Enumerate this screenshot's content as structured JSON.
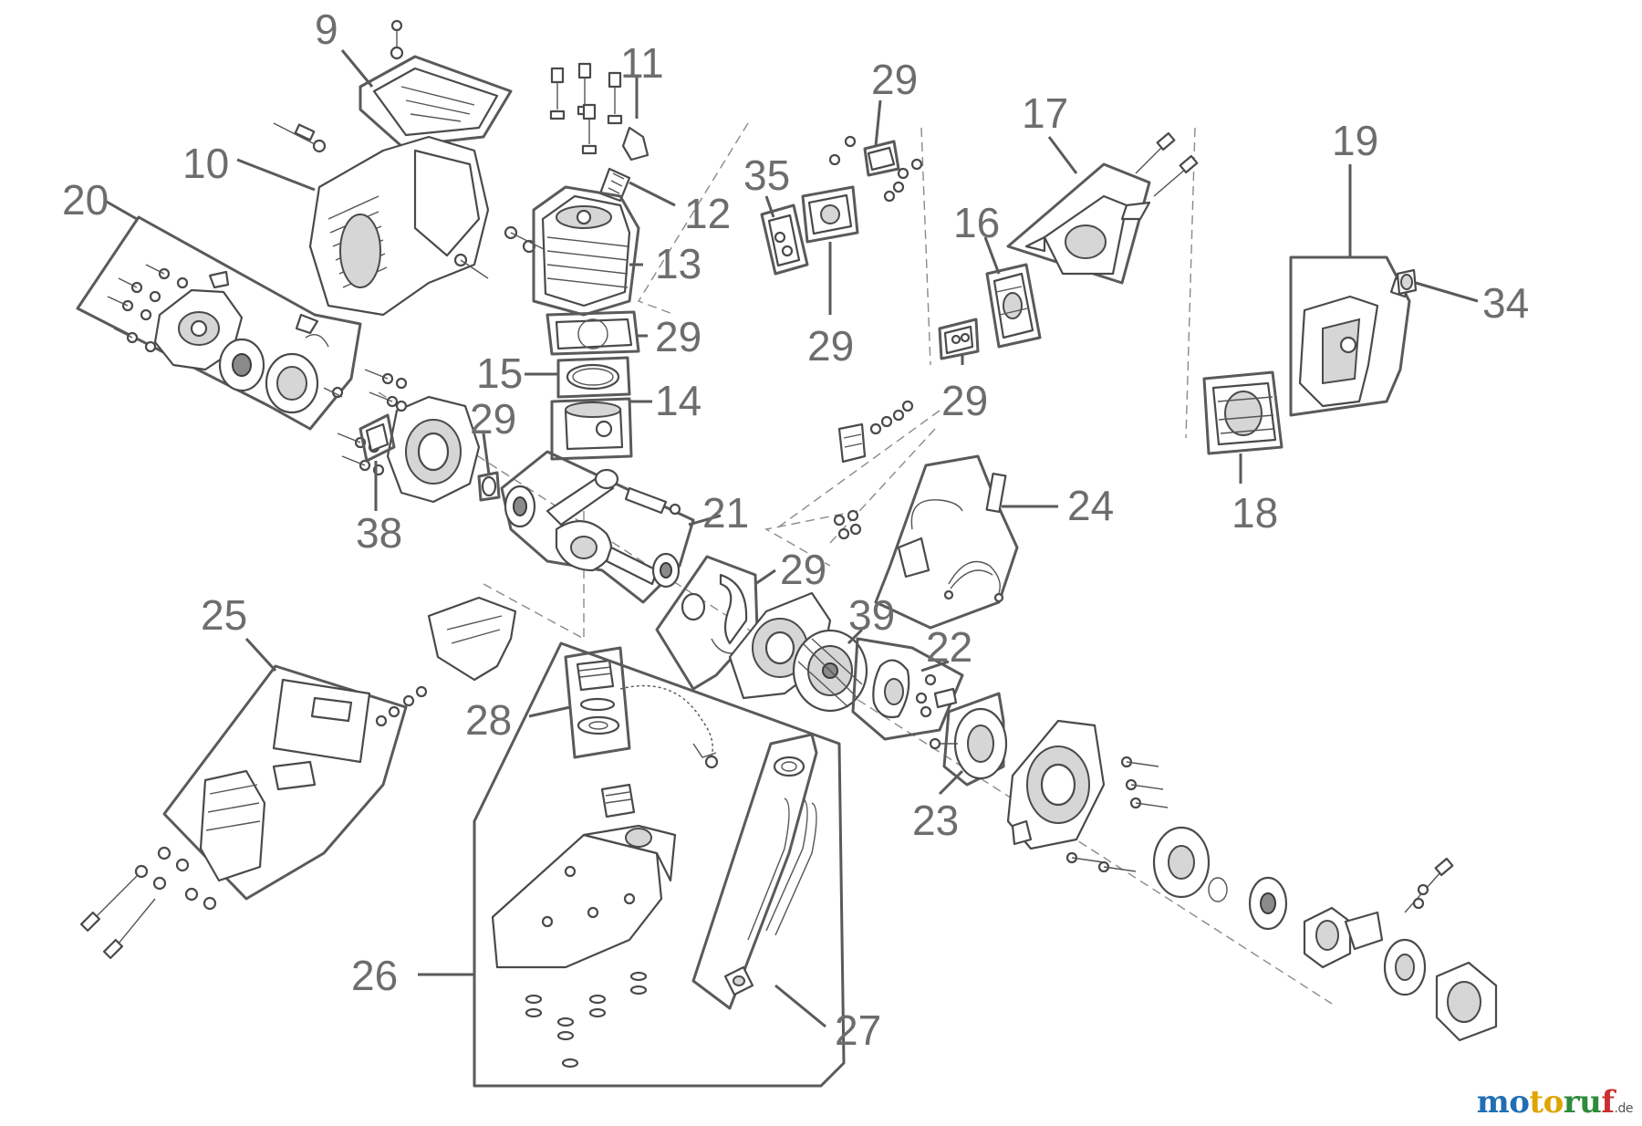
{
  "callouts": [
    {
      "id": "c9",
      "text": "9"
    },
    {
      "id": "c10",
      "text": "10"
    },
    {
      "id": "c11",
      "text": "11"
    },
    {
      "id": "c12",
      "text": "12"
    },
    {
      "id": "c13",
      "text": "13"
    },
    {
      "id": "c29a",
      "text": "29"
    },
    {
      "id": "c15",
      "text": "15"
    },
    {
      "id": "c14",
      "text": "14"
    },
    {
      "id": "c20",
      "text": "20"
    },
    {
      "id": "c29b",
      "text": "29"
    },
    {
      "id": "c38",
      "text": "38"
    },
    {
      "id": "c29c",
      "text": "29"
    },
    {
      "id": "c35",
      "text": "35"
    },
    {
      "id": "c29d",
      "text": "29"
    },
    {
      "id": "c17",
      "text": "17"
    },
    {
      "id": "c16",
      "text": "16"
    },
    {
      "id": "c29e",
      "text": "29"
    },
    {
      "id": "c19",
      "text": "19"
    },
    {
      "id": "c34",
      "text": "34"
    },
    {
      "id": "c18",
      "text": "18"
    },
    {
      "id": "c21",
      "text": "21"
    },
    {
      "id": "c24",
      "text": "24"
    },
    {
      "id": "c29f",
      "text": "29"
    },
    {
      "id": "c39",
      "text": "39"
    },
    {
      "id": "c22",
      "text": "22"
    },
    {
      "id": "c25",
      "text": "25"
    },
    {
      "id": "c28",
      "text": "28"
    },
    {
      "id": "c23",
      "text": "23"
    },
    {
      "id": "c26",
      "text": "26"
    },
    {
      "id": "c27",
      "text": "27"
    }
  ],
  "logo": {
    "part1": "mo",
    "part2": "to",
    "part3": "ru",
    "part4": "f",
    "tld": ".de"
  }
}
